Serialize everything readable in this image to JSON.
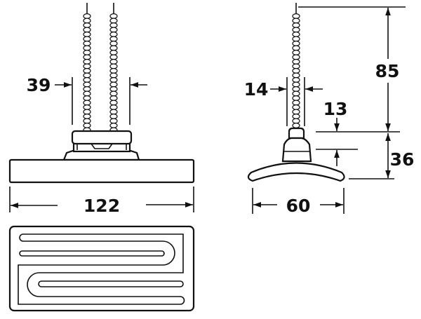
{
  "dimensions": {
    "pin_spacing": "39",
    "length": "122",
    "wire_gap": "14",
    "height_total": "85",
    "connector_height": "13",
    "body_height": "36",
    "width": "60"
  },
  "colors": {
    "line": "#111111",
    "background": "#ffffff"
  }
}
